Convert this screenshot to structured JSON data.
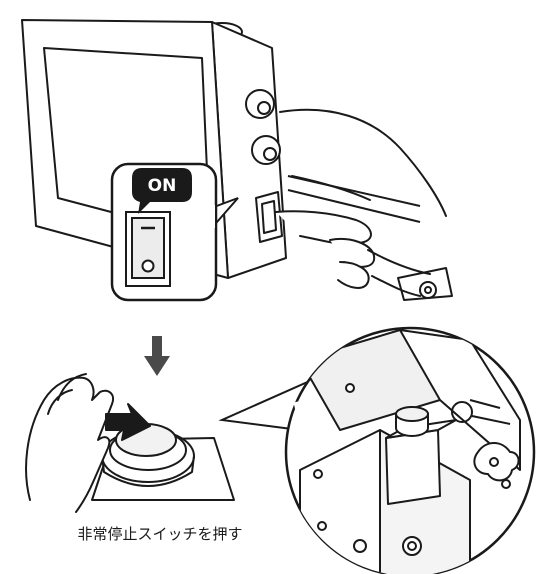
{
  "callout": {
    "switch_state_label": "ON"
  },
  "caption": {
    "text": "非常停止スイッチを押す"
  },
  "icons": {
    "control_box": "controller-box-illustration",
    "power_switch": "rocker-switch-icon",
    "step_arrow": "arrow-down-icon",
    "emergency_button": "emergency-stop-button-icon",
    "hand": "hand-pressing-icon",
    "machine_detail": "machine-closeup-illustration"
  },
  "colors": {
    "line": "#1a1a1a",
    "badge": "#1a1a1a",
    "fill": "#ffffff",
    "shade": "#e6e6e6"
  }
}
